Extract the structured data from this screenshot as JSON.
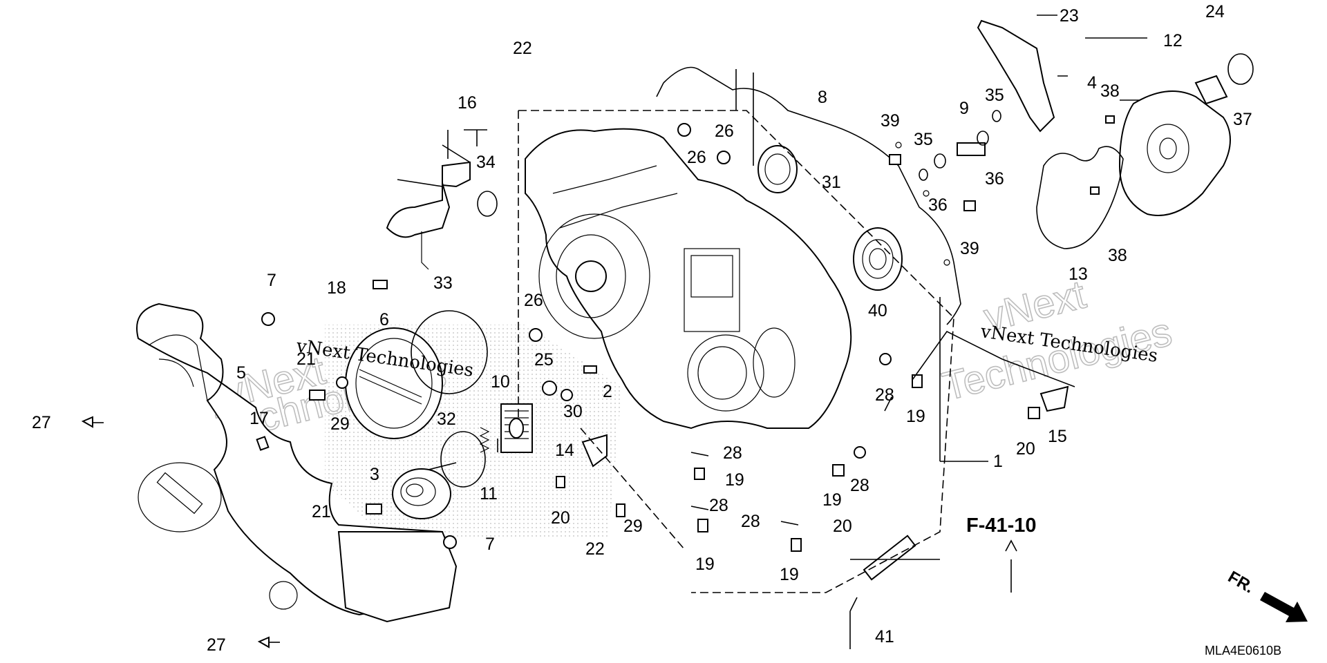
{
  "diagram": {
    "callouts": [
      "1",
      "2",
      "3",
      "4",
      "5",
      "6",
      "7",
      "7",
      "8",
      "9",
      "10",
      "11",
      "12",
      "13",
      "14",
      "15",
      "16",
      "17",
      "18",
      "19",
      "19",
      "19",
      "19",
      "19",
      "20",
      "20",
      "20",
      "21",
      "21",
      "22",
      "22",
      "23",
      "24",
      "25",
      "26",
      "26",
      "26",
      "27",
      "27",
      "28",
      "28",
      "28",
      "28",
      "28",
      "29",
      "29",
      "30",
      "31",
      "32",
      "33",
      "34",
      "35",
      "35",
      "36",
      "36",
      "37",
      "38",
      "38",
      "39",
      "39",
      "40",
      "41"
    ],
    "reference": "F-41-10",
    "direction": "FR.",
    "diagram_code": "MLA4E0610B",
    "watermark": [
      "vNext Technologies",
      "vNext Technologies",
      "vNext",
      "Technologies",
      "vNext",
      "Technologies"
    ]
  }
}
